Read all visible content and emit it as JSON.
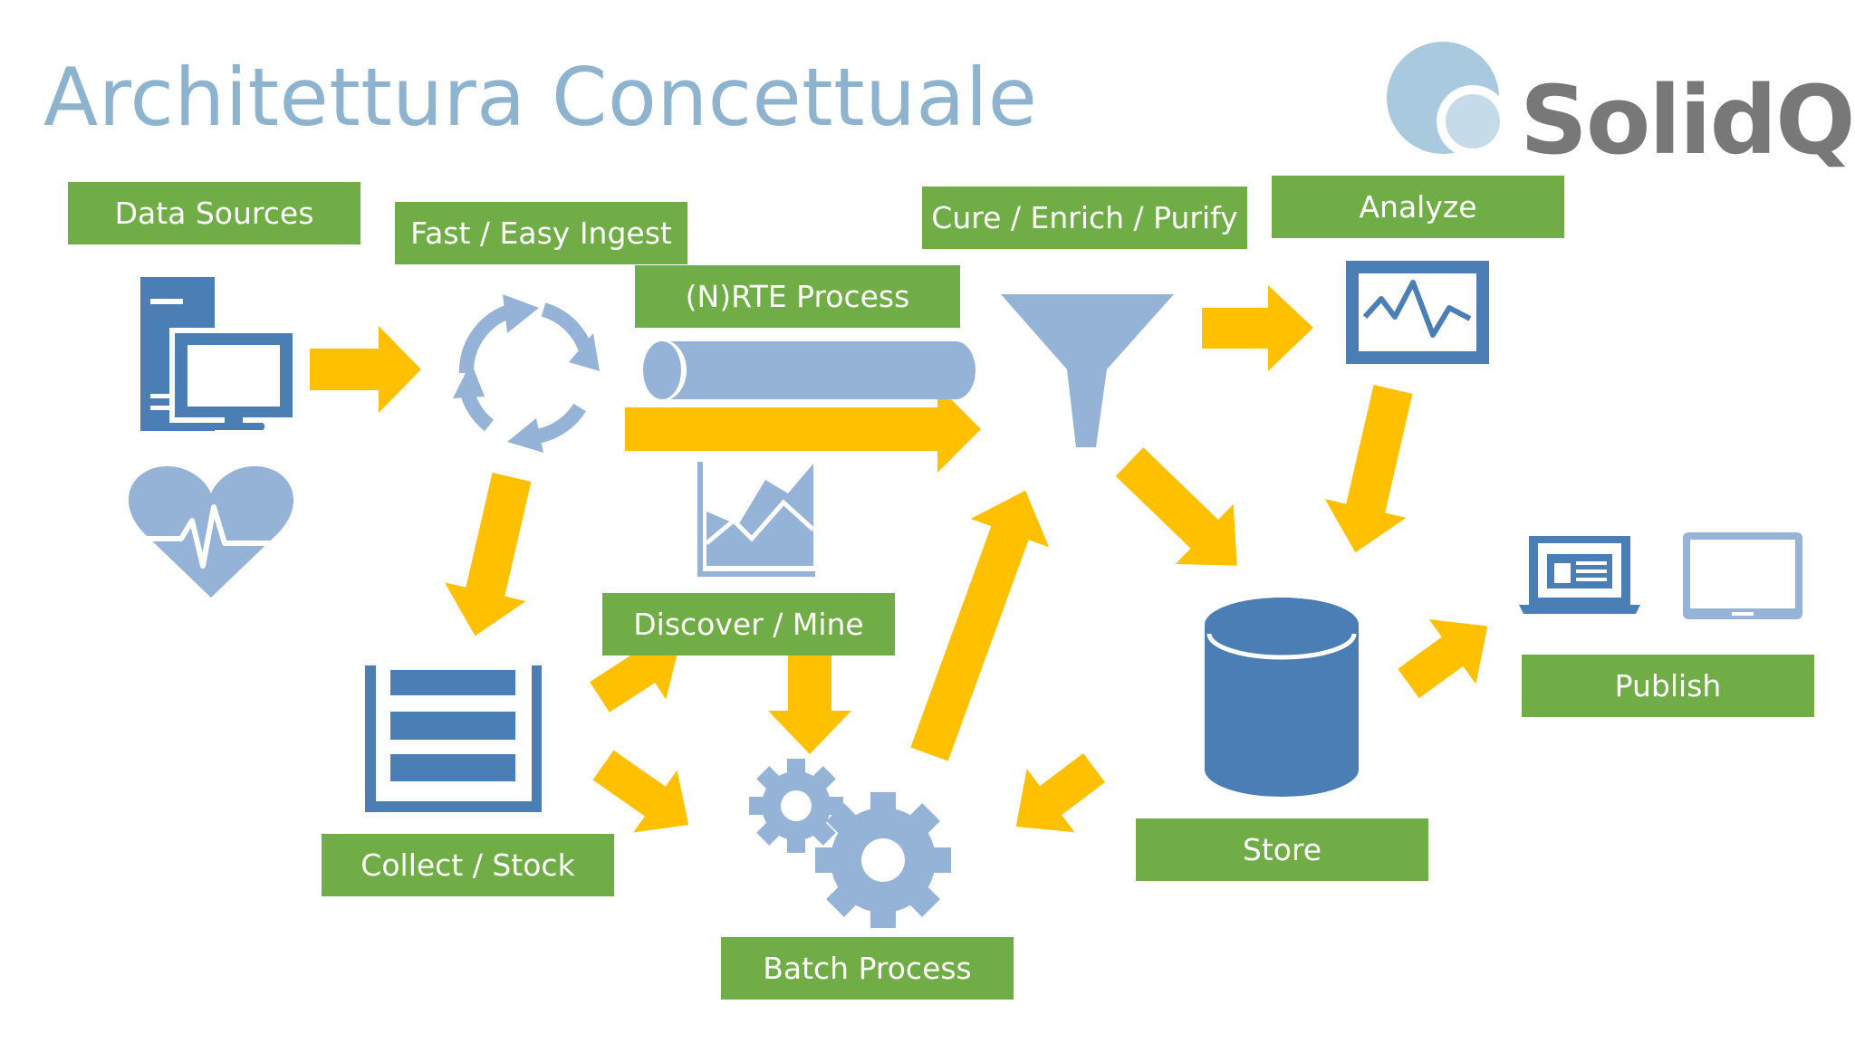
{
  "slide": {
    "title": "Architettura Concettuale",
    "logo_text": "SolidQ"
  },
  "labels": {
    "data_sources": "Data Sources",
    "fast_ingest": "Fast / Easy Ingest",
    "nrte_process": "(N)RTE Process",
    "cure_enrich": "Cure / Enrich / Purify",
    "analyze": "Analyze",
    "discover_mine": "Discover / Mine",
    "collect_stock": "Collect / Stock",
    "batch_process": "Batch Process",
    "store": "Store",
    "publish": "Publish"
  },
  "colors": {
    "label_green": "#70ad47",
    "arrow_yellow": "#ffc000",
    "icon_dark_blue": "#4a7eb5",
    "icon_light_blue": "#95b3d7",
    "title_blue": "#8db3cf",
    "logo_gray": "#787878"
  },
  "icons": [
    "server-computer-icon",
    "heart-pulse-icon",
    "refresh-cycle-icon",
    "pipe-icon",
    "area-chart-icon",
    "funnel-icon",
    "monitor-waveform-icon",
    "stacked-boxes-icon",
    "gears-icon",
    "database-cylinder-icon",
    "laptop-icon",
    "tablet-icon",
    "solidq-logo-icon"
  ]
}
